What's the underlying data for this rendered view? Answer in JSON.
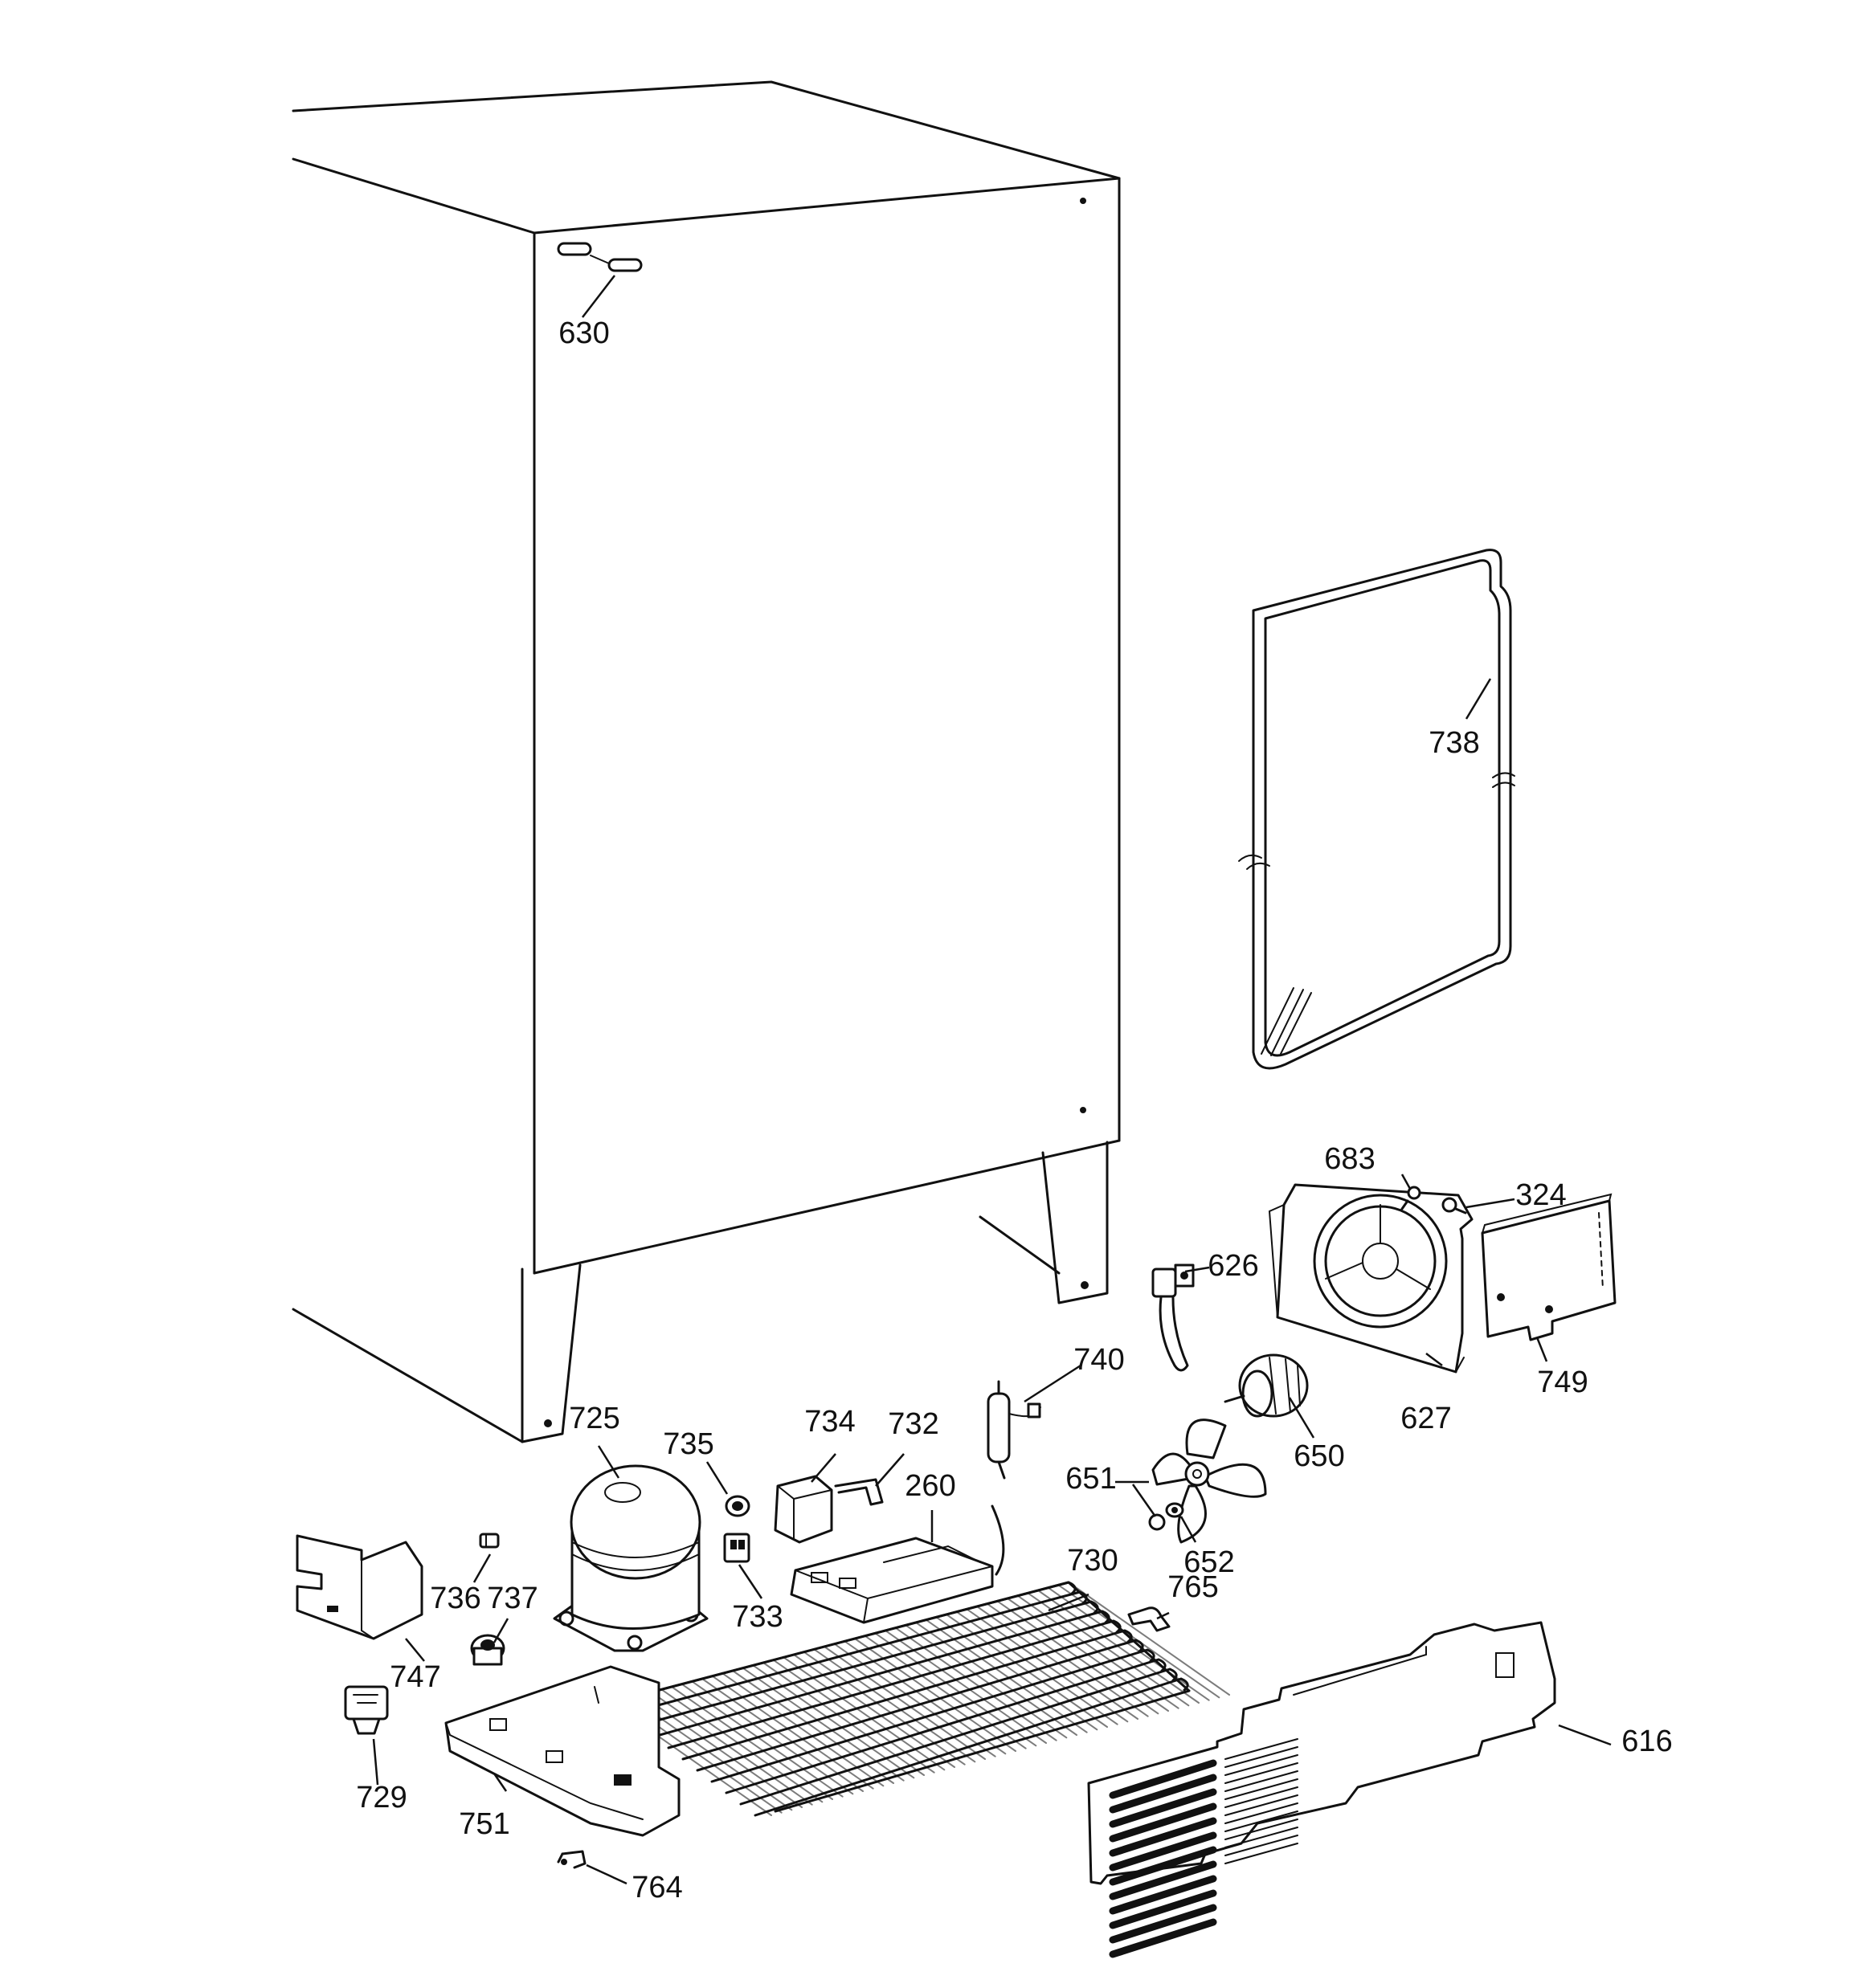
{
  "diagram": {
    "part_numbers": {
      "p630": "630",
      "p738": "738",
      "p683": "683",
      "p324": "324",
      "p626": "626",
      "p627": "627",
      "p749": "749",
      "p740": "740",
      "p650": "650",
      "p725": "725",
      "p735": "735",
      "p734": "734",
      "p732": "732",
      "p260": "260",
      "p651": "651",
      "p652": "652",
      "p736": "736",
      "p737": "737",
      "p733": "733",
      "p730": "730",
      "p765": "765",
      "p747": "747",
      "p616": "616",
      "p729": "729",
      "p751": "751",
      "p764": "764"
    }
  }
}
